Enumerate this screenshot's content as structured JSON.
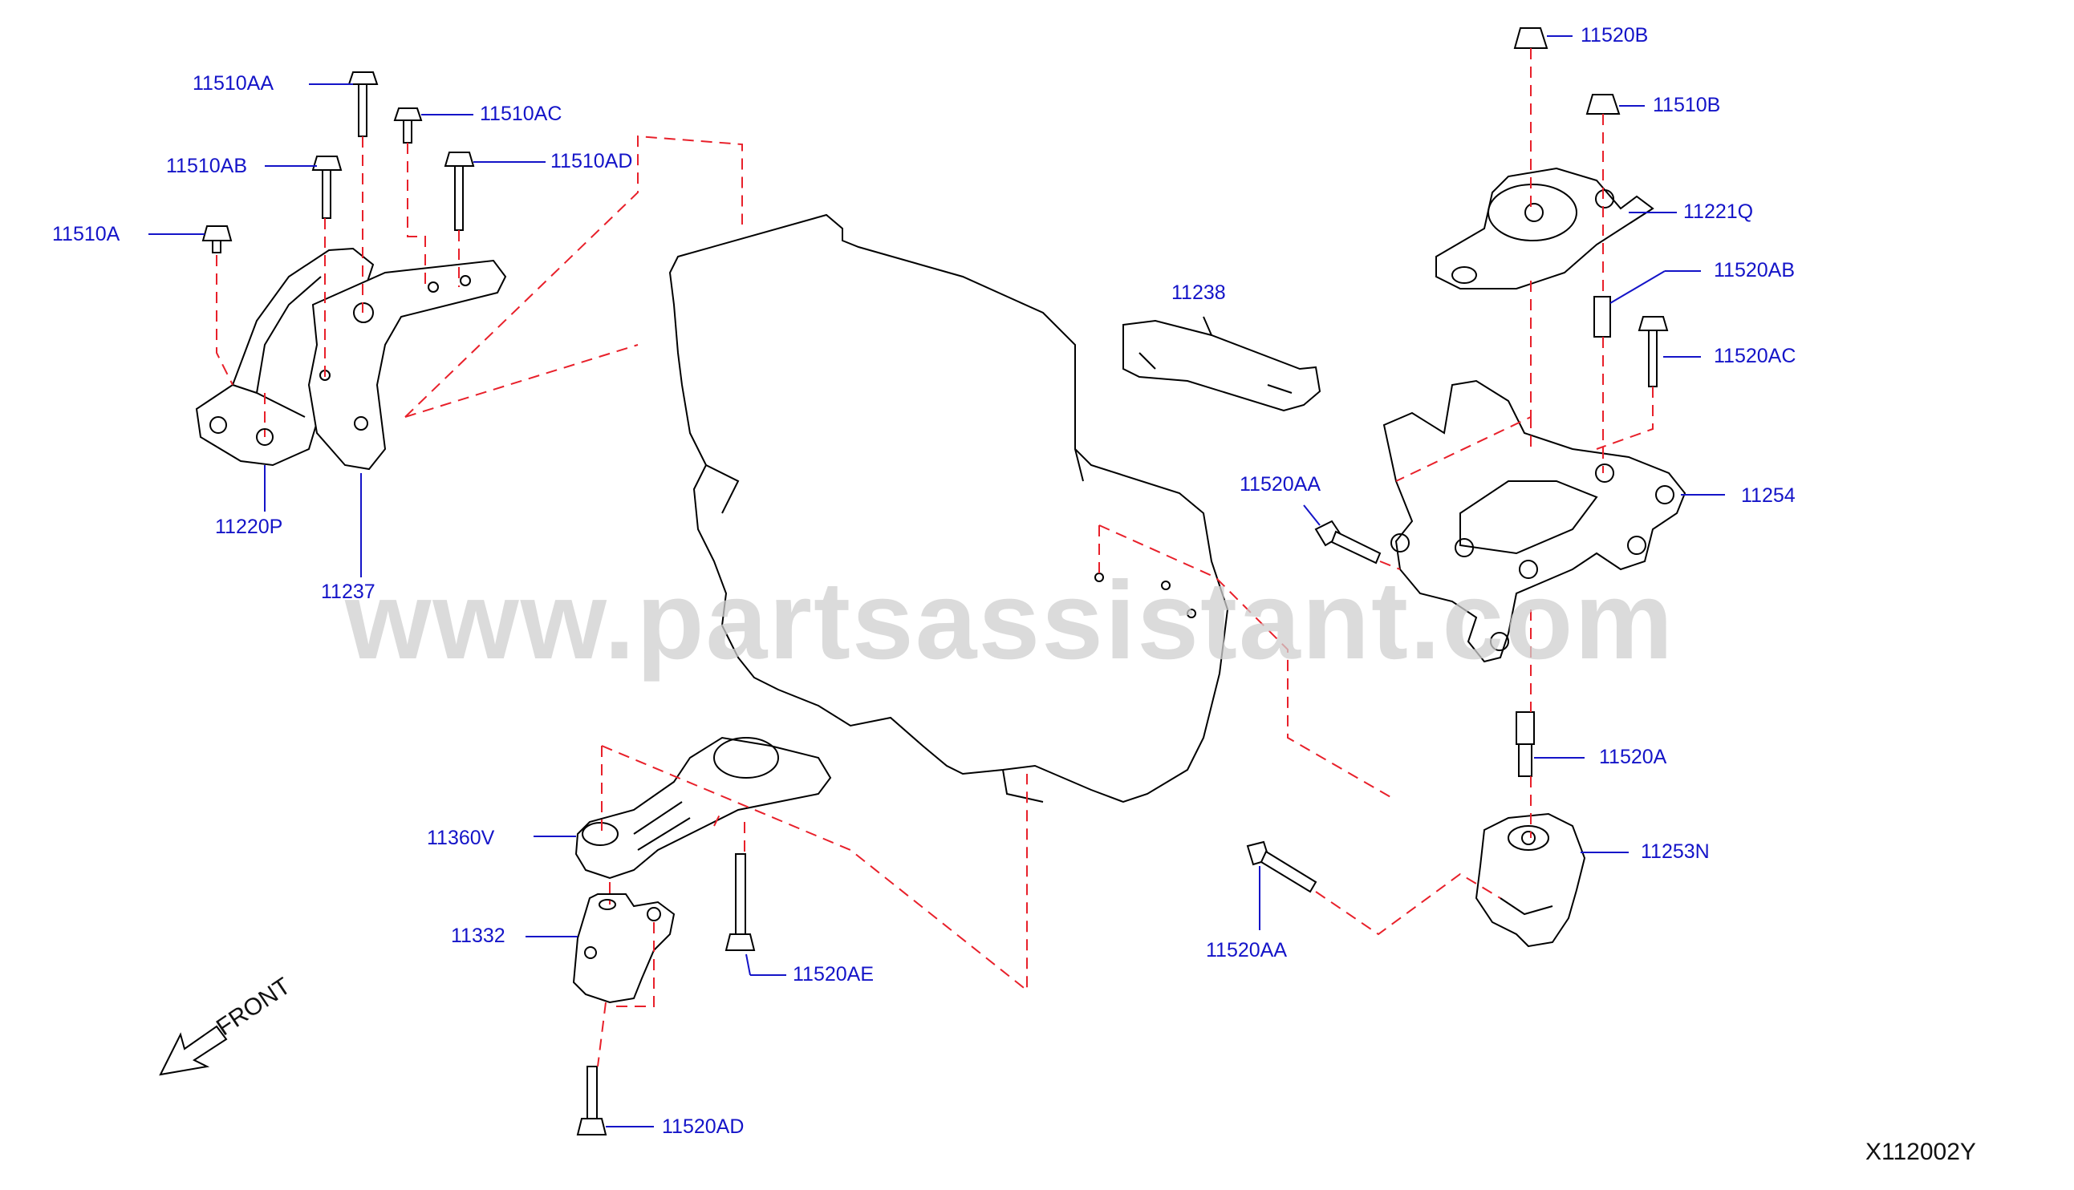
{
  "watermark": "www.partsassistant.com",
  "front_label": "FRONT",
  "diagram_code": "X112002Y",
  "parts": {
    "p11510AA": "11510AA",
    "p11510AC": "11510AC",
    "p11510AB": "11510AB",
    "p11510AD": "11510AD",
    "p11510A": "11510A",
    "p11220P": "11220P",
    "p11237": "11237",
    "p11238": "11238",
    "p11520B": "11520B",
    "p11510B": "11510B",
    "p11221Q": "11221Q",
    "p11520AB": "11520AB",
    "p11520AC": "11520AC",
    "p11254": "11254",
    "p11520AA_top": "11520AA",
    "p11520A": "11520A",
    "p11253N": "11253N",
    "p11520AA_bottom": "11520AA",
    "p11360V": "11360V",
    "p11332": "11332",
    "p11520AE": "11520AE",
    "p11520AD": "11520AD"
  },
  "colors": {
    "callout": "#1414c8",
    "alignment_line": "#e8202a",
    "outline": "#000000",
    "watermark": "#cfcfcf"
  }
}
